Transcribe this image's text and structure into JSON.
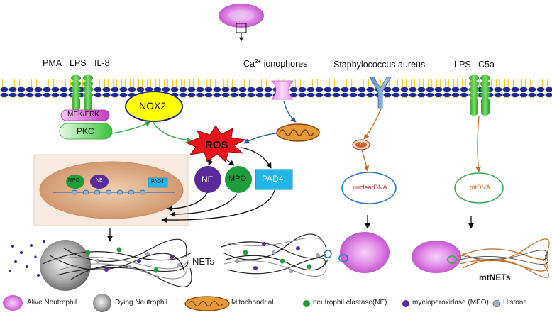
{
  "stimuli": {
    "pma": "PMA",
    "lps_left": "LPS",
    "il8": "IL-8",
    "ca_prefix": "Ca",
    "ca_sup": "2+",
    "ca_suffix": " ionophores",
    "staph": "Staphylococcus aureus",
    "lps_right": "LPS",
    "c5a": "C5a"
  },
  "pathway": {
    "mek_erk": "MEK/ERK",
    "nox2": "NOX2",
    "pkc": "PKC",
    "ros": "ROS",
    "question": "?",
    "nuclear_dna": "nuclearDNA",
    "mtdna": "mtDNA"
  },
  "granule_proteins": {
    "ne": "NE",
    "mpo": "MPO",
    "pad4": "PAD4"
  },
  "nucleus": {
    "mpo": "MPO",
    "ne": "NE",
    "pad4": "PAD4"
  },
  "outputs": {
    "nets": "NETs",
    "mtnets": "mtNETs"
  },
  "legend": {
    "alive": "Alive Neutrophil",
    "dying": "Dying Neutrophil",
    "mito": "Mitochondrial",
    "ne": "neutrophil elastase(NE)",
    "mpo": "myeloperoxidase (MPO)",
    "histone": "Histone"
  },
  "colors": {
    "membrane_yellow": "#f2cf2a",
    "membrane_blue": "#1c2a8c",
    "receptor_green": "#3fc23a",
    "nox2_fill": "#ffff00",
    "pkc_green": "#55d655",
    "mek_magenta": "#d94fd9",
    "ros_red": "#e8131b",
    "ne_purple": "#5a2a9a",
    "mpo_green": "#1f9d3a",
    "pad4_blue": "#22b6e8",
    "neutrophil_pink": "#d66be0",
    "nucleus_tan": "#e0b08d",
    "mito_brown": "#c0640f",
    "arrow_green": "#2aa84a",
    "arrow_brown": "#c06a20",
    "arrow_blue": "#2a5aa0",
    "nuclear_dna_circle": "#2f7ac0",
    "mtdna_circle": "#3aaa55"
  }
}
